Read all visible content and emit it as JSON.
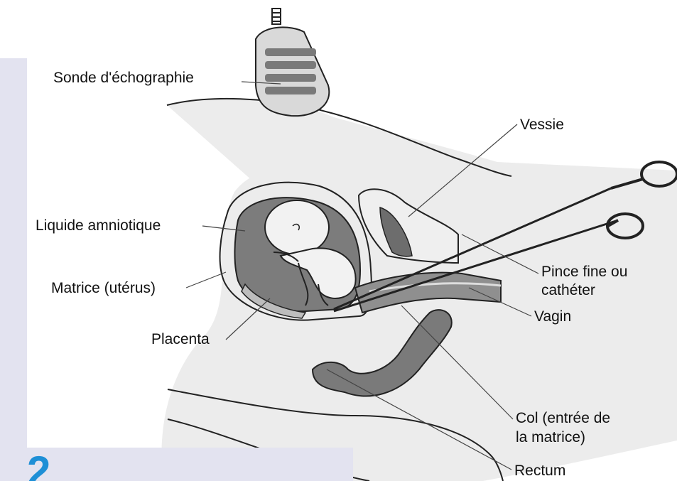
{
  "labels": {
    "probe": "Sonde d'échographie",
    "bladder": "Vessie",
    "amniotic_fluid": "Liquide amniotique",
    "uterus": "Matrice (utérus)",
    "placenta": "Placenta",
    "forceps_line1": "Pince fine ou",
    "forceps_line2": "cathéter",
    "vagina": "Vagin",
    "cervix_line1": "Col (entrée de",
    "cervix_line2": "la matrice)",
    "rectum": "Rectum"
  },
  "section_number": "2",
  "colors": {
    "panel_background": "#e3e3f0",
    "section_number": "#1e8fd6",
    "outline": "#222222",
    "organ_fill": "#8a8a8a",
    "body_shading": "#e6e6e6"
  }
}
